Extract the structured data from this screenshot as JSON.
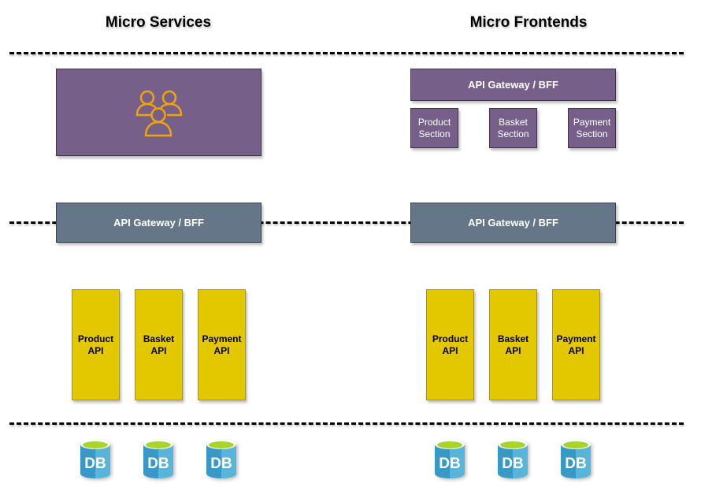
{
  "columns": [
    {
      "title": "Micro Services",
      "top_box": {
        "icon": "users-group-icon",
        "label": ""
      },
      "gateway": {
        "label": "API Gateway / BFF"
      },
      "apis": [
        {
          "label": "Product\nAPI"
        },
        {
          "label": "Basket\nAPI"
        },
        {
          "label": "Payment\nAPI"
        }
      ],
      "databases": [
        {
          "label": "DB"
        },
        {
          "label": "DB"
        },
        {
          "label": "DB"
        }
      ]
    },
    {
      "title": "Micro Frontends",
      "top_box": {
        "label": "API Gateway / BFF"
      },
      "sections": [
        {
          "line1": "Product",
          "line2": "Section"
        },
        {
          "line1": "Basket",
          "line2": "Section"
        },
        {
          "line1": "Payment",
          "line2": "Section"
        }
      ],
      "gateway": {
        "label": "API Gateway / BFF"
      },
      "apis": [
        {
          "label": "Product\nAPI"
        },
        {
          "label": "Basket\nAPI"
        },
        {
          "label": "Payment\nAPI"
        }
      ],
      "databases": [
        {
          "label": "DB"
        },
        {
          "label": "DB"
        },
        {
          "label": "DB"
        }
      ]
    }
  ],
  "colors": {
    "frontend_fill": "#76608a",
    "gateway_fill": "#647687",
    "api_fill": "#e3c800",
    "icon_stroke": "#f0a30a",
    "db_blue": "#3999c6",
    "db_top": "#a8d52a"
  }
}
